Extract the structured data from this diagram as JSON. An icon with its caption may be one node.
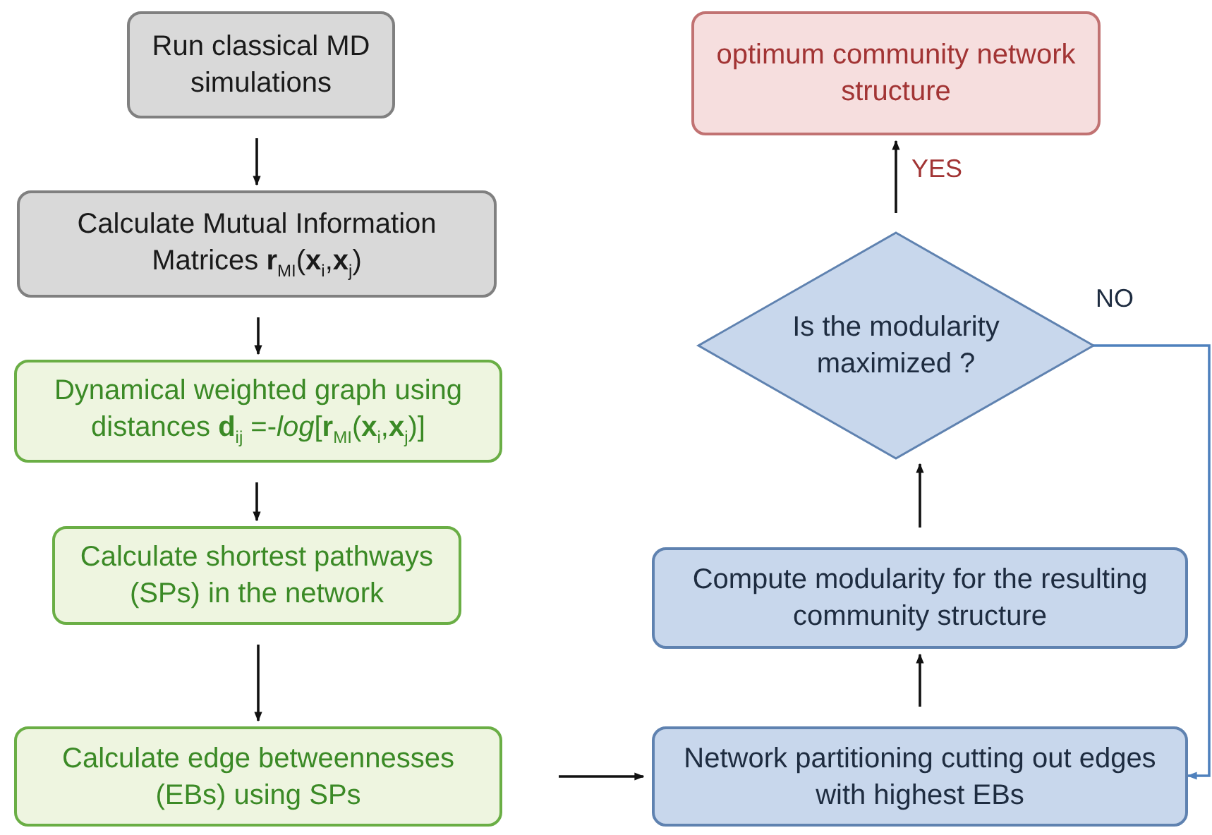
{
  "diagram": {
    "nodes": [
      {
        "text": [
          "Run classical MD simulations"
        ]
      },
      {
        "text": [
          "Calculate Mutual Information Matrices **r**$_{MI}$(**x**$_{i}$,**x**$_{j}$)"
        ]
      },
      {
        "text": [
          "Dynamical weighted graph using distances **d**$_{ij}$ =-*log*[**r**$_{MI}$(**x**$_{i}$,**x**$_{j}$)]"
        ]
      },
      {
        "text": [
          "Calculate shortest pathways (SPs) in the network"
        ]
      },
      {
        "text": [
          "Calculate edge betweennesses (EBs) using SPs"
        ]
      },
      {
        "text": [
          "Network partitioning cutting out edges with highest EBs"
        ]
      },
      {
        "text": [
          "Compute modularity for the resulting community structure"
        ]
      },
      {
        "text": [
          "Is the modularity maximized ?"
        ]
      },
      {
        "text": [
          "optimum community network structure"
        ]
      }
    ],
    "edges": [
      {
        "from": 0,
        "to": 1,
        "arrow": "to"
      },
      {
        "from": 1,
        "to": 2,
        "arrow": "to"
      },
      {
        "from": 2,
        "to": 3,
        "arrow": "to"
      },
      {
        "from": 3,
        "to": 4,
        "arrow": "to"
      },
      {
        "from": 4,
        "to": 5,
        "arrow": "to"
      },
      {
        "from": 5,
        "to": 6,
        "arrow": "to"
      },
      {
        "from": 6,
        "to": 7,
        "arrow": "to"
      },
      {
        "from": 7,
        "to": 8,
        "label": "YES",
        "arrow": "to"
      },
      {
        "from": 7,
        "to": 5,
        "label": "NO",
        "arrow": "to",
        "color": "#4f81bd"
      }
    ]
  }
}
